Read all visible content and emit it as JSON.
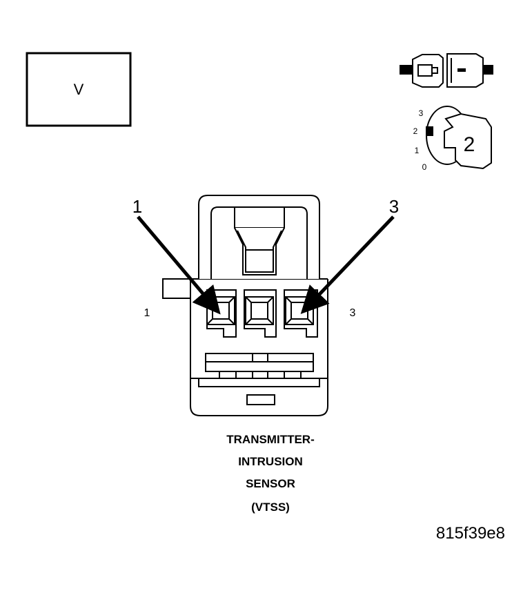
{
  "color_box_label": "V",
  "pin_numbers": {
    "callout_left": "1",
    "callout_right": "3",
    "side_left": "1",
    "side_right": "3"
  },
  "lock_dial": {
    "positions": [
      "3",
      "2",
      "1",
      "0"
    ],
    "selected": "2"
  },
  "component_title": [
    "TRANSMITTER-",
    "INTRUSION",
    "SENSOR",
    "(VTSS)"
  ],
  "figure_id": "815f39e8",
  "colors": {
    "line": "#000000",
    "background": "#ffffff"
  }
}
